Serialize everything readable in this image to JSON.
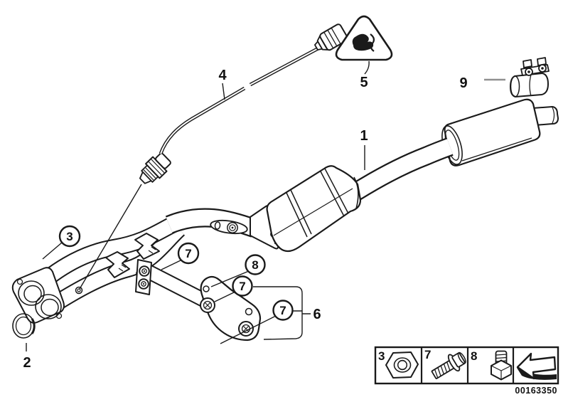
{
  "colors": {
    "ink": "#1a1a1a",
    "paper": "#ffffff",
    "muted_leader": "#909090"
  },
  "callouts": {
    "item1": "1",
    "item2": "2",
    "item3": "3",
    "item4": "4",
    "item5": "5",
    "item6": "6",
    "item7": "7",
    "item8": "8",
    "item9": "9"
  },
  "legend": {
    "cells": [
      {
        "label": "3",
        "icon": "hex-nut-icon"
      },
      {
        "label": "7",
        "icon": "flange-screw-icon"
      },
      {
        "label": "8",
        "icon": "stud-bolt-icon"
      },
      {
        "label": "",
        "icon": "direction-arrow-icon"
      }
    ],
    "image_number": "00163350"
  }
}
